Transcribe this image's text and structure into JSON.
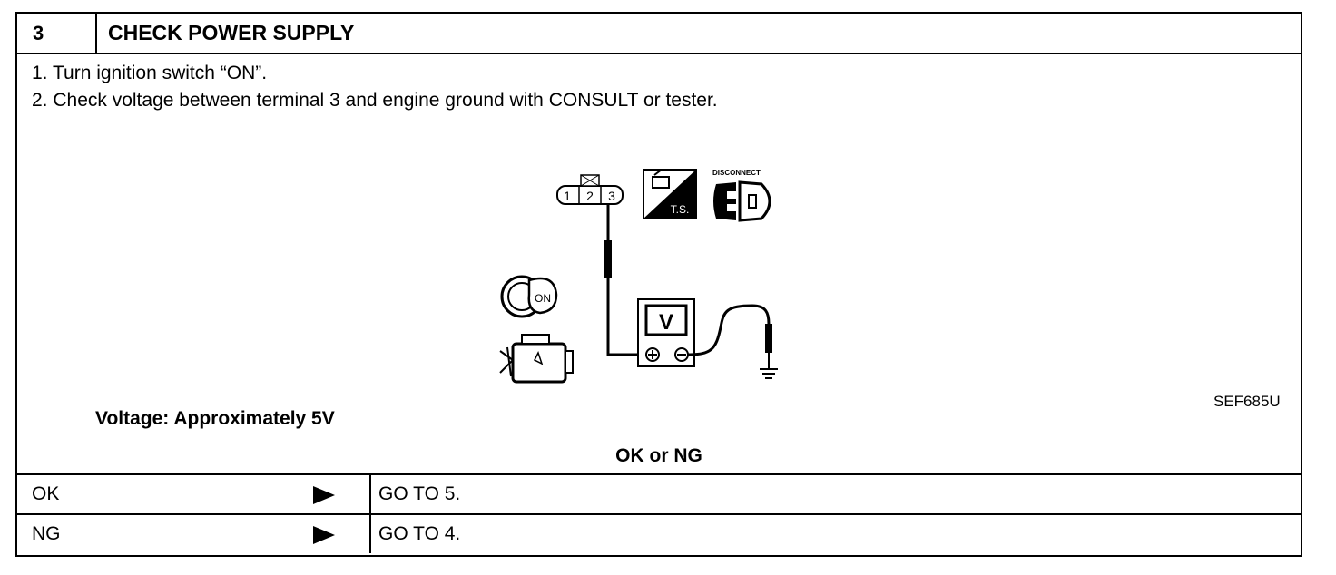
{
  "header": {
    "step_number": "3",
    "title": "CHECK POWER SUPPLY"
  },
  "instructions": [
    "1.  Turn ignition switch “ON”.",
    "2.  Check voltage between terminal 3 and engine ground with CONSULT or tester."
  ],
  "diagram": {
    "connector_pins": [
      "1",
      "2",
      "3"
    ],
    "ts_label": "T.S.",
    "disconnect_label": "DISCONNECT",
    "meter_label": "V",
    "ignition_label": "ON",
    "figure_code": "SEF685U"
  },
  "spec": "Voltage: Approximately 5V",
  "decision_heading": "OK or NG",
  "results": [
    {
      "result": "OK",
      "action": "GO TO 5."
    },
    {
      "result": "NG",
      "action": "GO TO 4."
    }
  ]
}
